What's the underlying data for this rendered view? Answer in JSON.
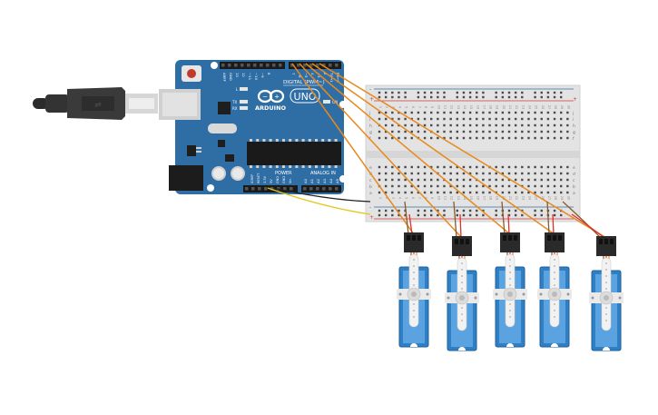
{
  "board": {
    "logo_text": "ARDUINO",
    "model_text": "UNO",
    "digital_label": "DIGITAL (PWM~)",
    "power_label": "POWER",
    "analog_label": "ANALOG IN",
    "on_label": "ON",
    "tx_label": "TX",
    "rx_label": "RX",
    "l_label": "L",
    "top_pin_labels": [
      "AREF",
      "GND",
      "13",
      "12",
      "~11",
      "~10",
      "~9",
      "8",
      "7",
      "~6",
      "~5",
      "4",
      "~3",
      "2",
      "TX→1",
      "RX←0"
    ],
    "power_pin_labels": [
      "IOREF",
      "RESET",
      "3.3V",
      "5V",
      "GND",
      "GND",
      "Vin"
    ],
    "analog_pin_labels": [
      "A0",
      "A1",
      "A2",
      "A3",
      "A4",
      "A5"
    ]
  },
  "breadboard": {
    "row_letters_top": [
      "j",
      "i",
      "h",
      "g",
      "f"
    ],
    "row_letters_bottom": [
      "e",
      "d",
      "c",
      "b",
      "a"
    ],
    "column_numbers": [
      "1",
      "2",
      "3",
      "4",
      "5",
      "6",
      "7",
      "8",
      "9",
      "10",
      "11",
      "12",
      "13",
      "14",
      "15",
      "16",
      "17",
      "18",
      "19",
      "20",
      "21",
      "22",
      "23",
      "24",
      "25",
      "26",
      "27",
      "28",
      "29",
      "30"
    ],
    "rail_plus": "+",
    "rail_minus": "-"
  },
  "colors": {
    "board": "#2f6ea5",
    "board_dark": "#1f4f7a",
    "servo": "#2f7fc4",
    "wire_signal": "#e8891c",
    "wire_power": "#e03030",
    "wire_ground": "#8a5a2a",
    "wire_5v": "#e6c51a",
    "wire_gnd_black": "#222222",
    "breadboard": "#e6e6e6"
  },
  "servos": [
    {
      "id": "servo-1"
    },
    {
      "id": "servo-2"
    },
    {
      "id": "servo-3"
    },
    {
      "id": "servo-4"
    },
    {
      "id": "servo-5"
    }
  ]
}
